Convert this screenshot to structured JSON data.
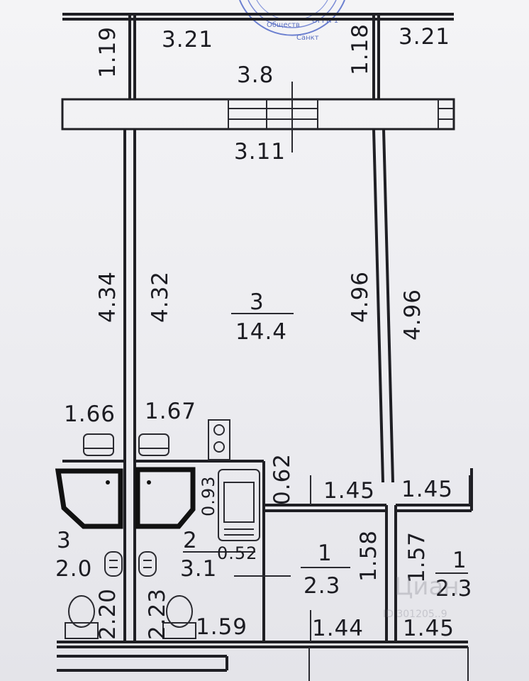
{
  "stamp": {
    "lines": [
      "Обществ",
      "Санкт",
      "ОГРН 1"
    ]
  },
  "labels": {
    "top_left_width": "3.21",
    "top_left_height": "1.19",
    "balcony_width_top": "3.8",
    "top_mid_height": "1.18",
    "top_right_width": "3.21",
    "room_width": "3.11",
    "left_outer_height": "4.34",
    "left_inner_height": "4.32",
    "room_number": "3",
    "room_area": "14.4",
    "right_inner_height": "4.96",
    "right_outer_height": "4.96",
    "left_kitchen_width": "1.66",
    "kitchen_width": "1.67",
    "kitchen_niche_depth": "0.62",
    "kitchen_counter_width": "0.93",
    "bath_width_top": "1.45",
    "right_bath_width_top": "1.45",
    "hall_number": "2",
    "hall_area": "3.1",
    "door_width": "0.52",
    "bath_number": "1",
    "bath_area": "2.3",
    "bath_height": "1.58",
    "right_bath_height": "1.57",
    "right_bath_number": "1",
    "right_bath_area": "2.3",
    "left_hall_height": "2.20",
    "hall_height": "2.23",
    "hall_width_bottom": "1.59",
    "bath_width_bottom": "1.44",
    "right_bath_width_bottom": "1.45",
    "left_partial_number": "3",
    "left_partial_area": "2.0"
  },
  "watermark": {
    "brand": "Циан",
    "id_text": "ID 301205..9"
  }
}
